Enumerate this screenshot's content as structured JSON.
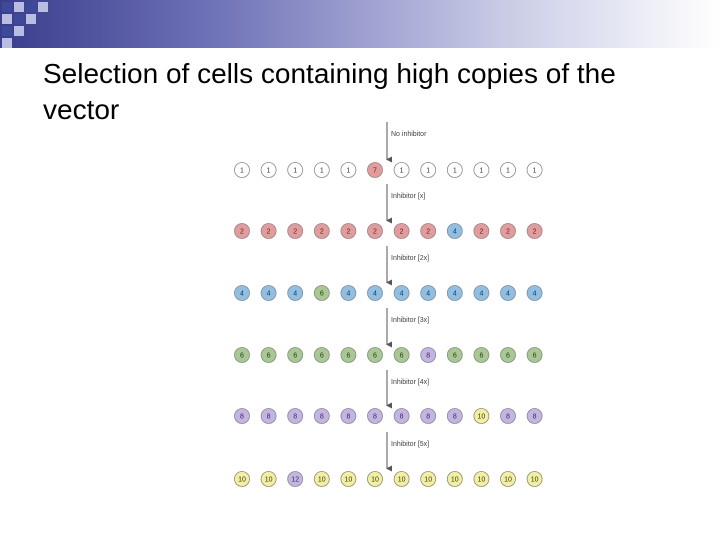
{
  "slide": {
    "title": "Selection of cells containing high copies of the vector"
  },
  "colors": {
    "header_dark": "#3a3d8c",
    "square_dark": "#3d4a9a",
    "square_light": "#b9bde0",
    "arrow": "#555555",
    "cell_gray": "#ffffff",
    "cell_red": "#e79a9a",
    "cell_blue": "#8cc0e6",
    "cell_green": "#a6c98f",
    "cell_purple": "#c4b3e6",
    "cell_yellow": "#f3f09a"
  },
  "diagram": {
    "steps": [
      {
        "label": "No inhibitor"
      },
      {
        "label": "Inhibitor [x]"
      },
      {
        "label": "Inhibitor [2x]"
      },
      {
        "label": "Inhibitor [3x]"
      },
      {
        "label": "Inhibitor [4x]"
      },
      {
        "label": "Inhibitor [5x]"
      }
    ],
    "rows": [
      {
        "cells": [
          {
            "v": "1",
            "c": "gray"
          },
          {
            "v": "1",
            "c": "gray"
          },
          {
            "v": "1",
            "c": "gray"
          },
          {
            "v": "1",
            "c": "gray"
          },
          {
            "v": "1",
            "c": "gray"
          },
          {
            "v": "7",
            "c": "red"
          },
          {
            "v": "1",
            "c": "gray"
          },
          {
            "v": "1",
            "c": "gray"
          },
          {
            "v": "1",
            "c": "gray"
          },
          {
            "v": "1",
            "c": "gray"
          },
          {
            "v": "1",
            "c": "gray"
          },
          {
            "v": "1",
            "c": "gray"
          }
        ]
      },
      {
        "cells": [
          {
            "v": "2",
            "c": "red"
          },
          {
            "v": "2",
            "c": "red"
          },
          {
            "v": "2",
            "c": "red"
          },
          {
            "v": "2",
            "c": "red"
          },
          {
            "v": "2",
            "c": "red"
          },
          {
            "v": "2",
            "c": "red"
          },
          {
            "v": "2",
            "c": "red"
          },
          {
            "v": "2",
            "c": "red"
          },
          {
            "v": "4",
            "c": "blue"
          },
          {
            "v": "2",
            "c": "red"
          },
          {
            "v": "2",
            "c": "red"
          },
          {
            "v": "2",
            "c": "red"
          }
        ]
      },
      {
        "cells": [
          {
            "v": "4",
            "c": "blue"
          },
          {
            "v": "4",
            "c": "blue"
          },
          {
            "v": "4",
            "c": "blue"
          },
          {
            "v": "6",
            "c": "green"
          },
          {
            "v": "4",
            "c": "blue"
          },
          {
            "v": "4",
            "c": "blue"
          },
          {
            "v": "4",
            "c": "blue"
          },
          {
            "v": "4",
            "c": "blue"
          },
          {
            "v": "4",
            "c": "blue"
          },
          {
            "v": "4",
            "c": "blue"
          },
          {
            "v": "4",
            "c": "blue"
          },
          {
            "v": "4",
            "c": "blue"
          }
        ]
      },
      {
        "cells": [
          {
            "v": "6",
            "c": "green"
          },
          {
            "v": "6",
            "c": "green"
          },
          {
            "v": "6",
            "c": "green"
          },
          {
            "v": "6",
            "c": "green"
          },
          {
            "v": "6",
            "c": "green"
          },
          {
            "v": "6",
            "c": "green"
          },
          {
            "v": "6",
            "c": "green"
          },
          {
            "v": "8",
            "c": "purple"
          },
          {
            "v": "6",
            "c": "green"
          },
          {
            "v": "6",
            "c": "green"
          },
          {
            "v": "6",
            "c": "green"
          },
          {
            "v": "6",
            "c": "green"
          }
        ]
      },
      {
        "cells": [
          {
            "v": "8",
            "c": "purple"
          },
          {
            "v": "8",
            "c": "purple"
          },
          {
            "v": "8",
            "c": "purple"
          },
          {
            "v": "8",
            "c": "purple"
          },
          {
            "v": "8",
            "c": "purple"
          },
          {
            "v": "8",
            "c": "purple"
          },
          {
            "v": "8",
            "c": "purple"
          },
          {
            "v": "8",
            "c": "purple"
          },
          {
            "v": "8",
            "c": "purple"
          },
          {
            "v": "10",
            "c": "yellow"
          },
          {
            "v": "8",
            "c": "purple"
          },
          {
            "v": "8",
            "c": "purple"
          }
        ]
      },
      {
        "cells": [
          {
            "v": "10",
            "c": "yellow"
          },
          {
            "v": "10",
            "c": "yellow"
          },
          {
            "v": "12",
            "c": "purple"
          },
          {
            "v": "10",
            "c": "yellow"
          },
          {
            "v": "10",
            "c": "yellow"
          },
          {
            "v": "10",
            "c": "yellow"
          },
          {
            "v": "10",
            "c": "yellow"
          },
          {
            "v": "10",
            "c": "yellow"
          },
          {
            "v": "10",
            "c": "yellow"
          },
          {
            "v": "10",
            "c": "yellow"
          },
          {
            "v": "10",
            "c": "yellow"
          },
          {
            "v": "10",
            "c": "yellow"
          }
        ]
      }
    ]
  }
}
